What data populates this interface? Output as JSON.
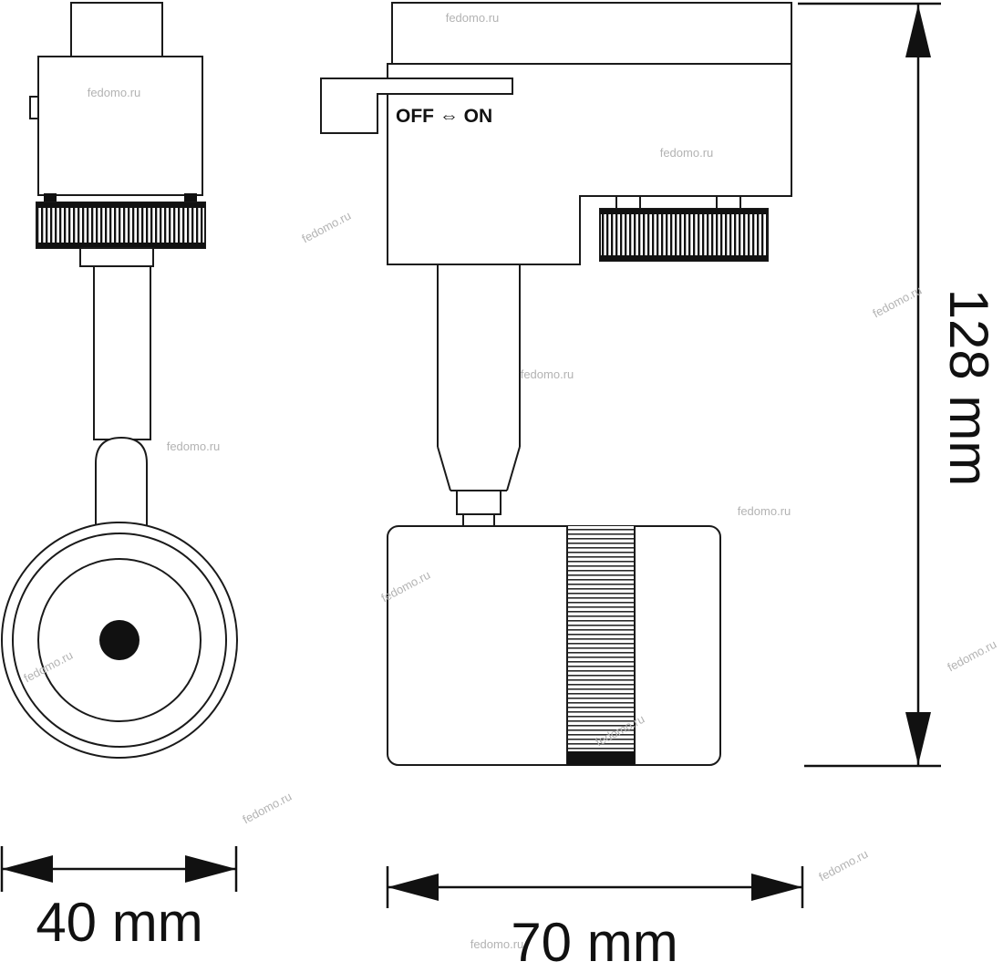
{
  "drawing": {
    "switch_label": "OFF ⇔ ON",
    "dimensions": {
      "front_width": "40 mm",
      "side_width": "70 mm",
      "height": "128 mm"
    }
  },
  "watermark": {
    "text": "fedomo.ru",
    "color": "#b3b3b3"
  },
  "colors": {
    "line": "#1a1a1a",
    "background": "#ffffff"
  }
}
